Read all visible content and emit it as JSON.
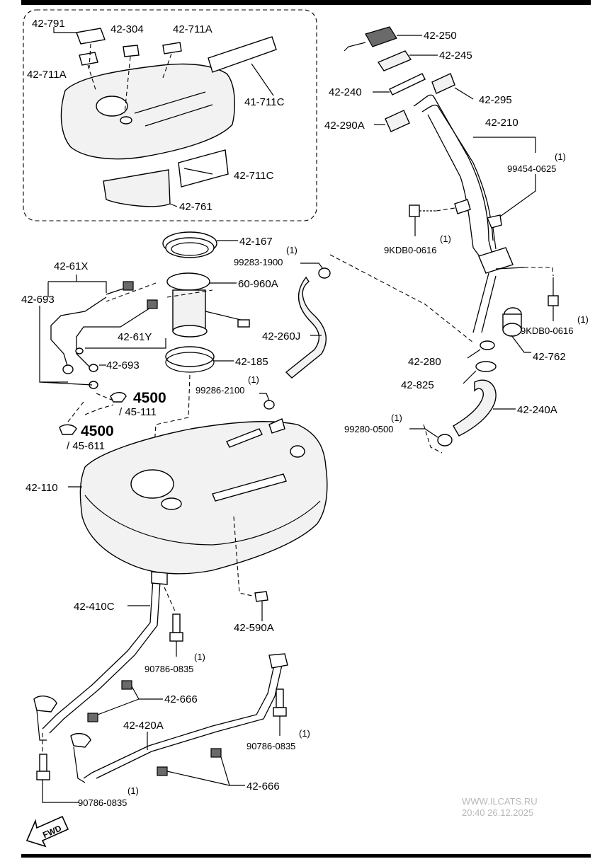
{
  "labels": {
    "p42_791": "42-791",
    "p42_304": "42-304",
    "p42_711A_top": "42-711A",
    "p42_711A_left": "42-711A",
    "p41_711C": "41-711C",
    "p42_711C": "42-711C",
    "p42_761": "42-761",
    "p42_250": "42-250",
    "p42_245": "42-245",
    "p42_240": "42-240",
    "p42_295": "42-295",
    "p42_290A": "42-290A",
    "p42_210": "42-210",
    "p99454": "99454-0625",
    "p9KDB0_a": "9KDB0-0616",
    "p9KDB0_b": "9KDB0-0616",
    "p42_167": "42-167",
    "p99283": "99283-1900",
    "p60_960A": "60-960A",
    "p42_61X": "42-61X",
    "p42_693_a": "42-693",
    "p42_693_b": "42-693",
    "p42_61Y": "42-61Y",
    "p42_185": "42-185",
    "p42_260J": "42-260J",
    "p42_280": "42-280",
    "p42_762": "42-762",
    "p42_825": "42-825",
    "p42_240A": "42-240A",
    "p99286": "99286-2100",
    "p99280": "99280-0500",
    "p4500_a": "4500",
    "p45_111": "/ 45-111",
    "p4500_b": "4500",
    "p45_611": "/ 45-611",
    "p42_110": "42-110",
    "p42_410C": "42-410C",
    "p42_590A": "42-590A",
    "p90786_a": "90786-0835",
    "p42_666_a": "42-666",
    "p42_420A": "42-420A",
    "p90786_b": "90786-0835",
    "p42_666_b": "42-666",
    "p90786_c": "90786-0835"
  },
  "quantities": {
    "q99454": "(1)",
    "q9KDB0_a": "(1)",
    "q99283": "(1)",
    "q9KDB0_b": "(1)",
    "q99286": "(1)",
    "q99280": "(1)",
    "q90786_a": "(1)",
    "q90786_b": "(1)",
    "q90786_c": "(1)"
  },
  "fwd": "FWD",
  "watermark": {
    "site": "WWW.ILCATS.RU",
    "datetime": "20:40 26.12.2025"
  }
}
